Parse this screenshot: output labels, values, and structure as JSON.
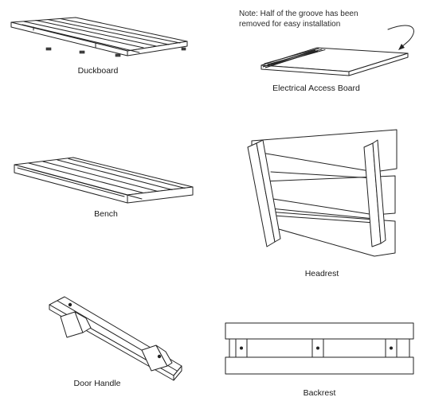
{
  "parts": {
    "duckboard": "Duckboard",
    "electrical_access_board": "Electrical Access Board",
    "bench": "Bench",
    "headrest": "Headrest",
    "door_handle": "Door Handle",
    "backrest": "Backrest"
  },
  "note": {
    "line1": "Note: Half of the groove has been",
    "line2": "removed for easy installation"
  }
}
